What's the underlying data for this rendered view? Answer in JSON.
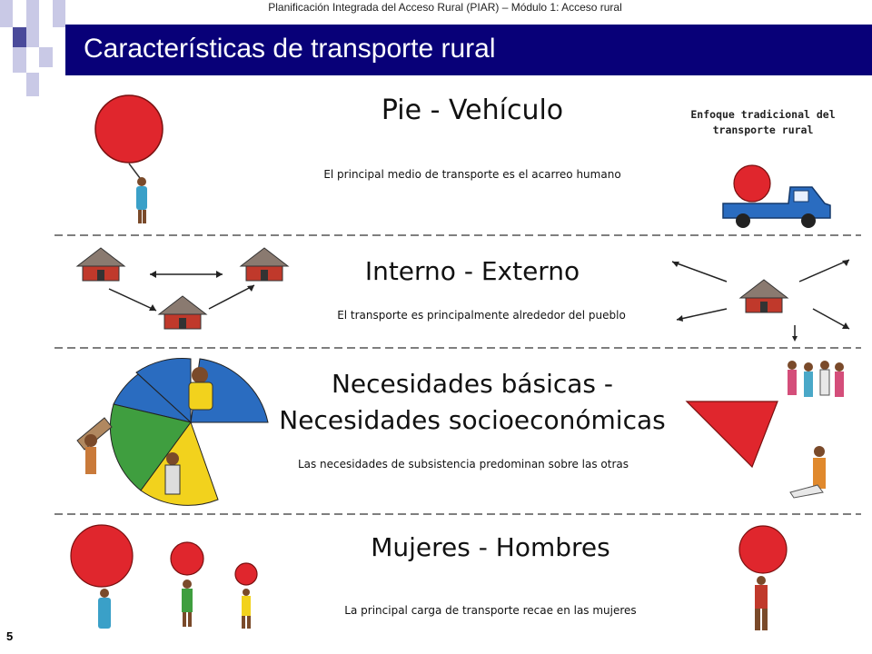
{
  "header": {
    "note": "Planificación Integrada del Acceso Rural (PIAR) – Módulo 1: Acceso rural",
    "title": "Características de transporte rural"
  },
  "side_note": "Enfoque tradicional del transporte rural",
  "sections": [
    {
      "heading": "Pie - Vehículo",
      "caption": "El principal medio de transporte es el acarreo humano"
    },
    {
      "heading": "Interno - Externo",
      "caption": "El transporte es principalmente alrededor del pueblo"
    },
    {
      "heading_line1": "Necesidades básicas -",
      "heading_line2": "Necesidades socioeconómicas",
      "caption": "Las necesidades de subsistencia predominan sobre las otras"
    },
    {
      "heading": "Mujeres - Hombres",
      "caption": "La principal carga de transporte recae en las mujeres"
    }
  ],
  "page_number": "5",
  "colors": {
    "title_bar": "#080078",
    "load_red": "#e0262d",
    "vehicle_blue": "#2a6cc0",
    "pie_blue": "#2a6cc0",
    "pie_green": "#3f9e3f",
    "pie_yellow": "#f2d21d",
    "hut_roof": "#8a7a70",
    "hut_wall": "#c0392b"
  }
}
